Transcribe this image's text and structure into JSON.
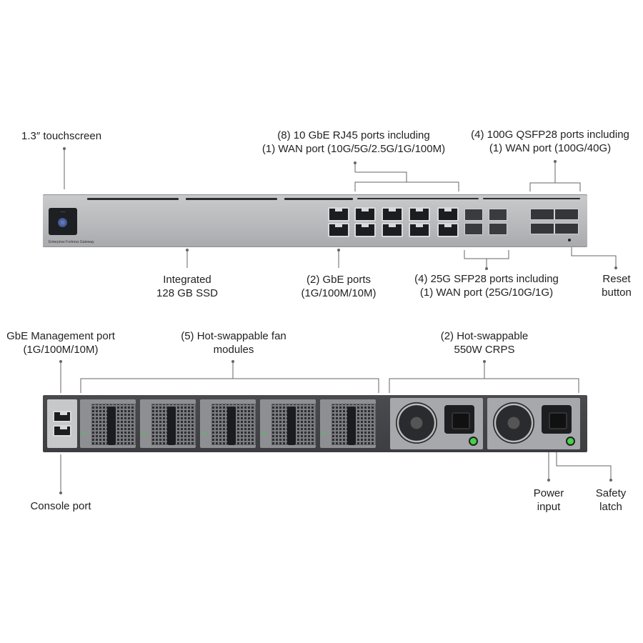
{
  "labels": {
    "touchscreen": "1.3″ touchscreen",
    "rj45_line1": "(8) 10 GbE RJ45 ports including",
    "rj45_line2": "(1) WAN port (10G/5G/2.5G/1G/100M)",
    "qsfp_line1": "(4) 100G QSFP28 ports including",
    "qsfp_line2": "(1) WAN port (100G/40G)",
    "ssd_line1": "Integrated",
    "ssd_line2": "128 GB SSD",
    "gbe_line1": "(2) GbE ports",
    "gbe_line2": "(1G/100M/10M)",
    "sfp_line1": "(4) 25G SFP28 ports including",
    "sfp_line2": "(1) WAN port (25G/10G/1G)",
    "reset_line1": "Reset",
    "reset_line2": "button",
    "mgmt_line1": "GbE Management port",
    "mgmt_line2": "(1G/100M/10M)",
    "fan_line1": "(5) Hot-swappable fan",
    "fan_line2": "modules",
    "crps_line1": "(2) Hot-swappable",
    "crps_line2": "550W CRPS",
    "console": "Console port",
    "power_line1": "Power",
    "power_line2": "input",
    "latch_line1": "Safety",
    "latch_line2": "latch"
  },
  "device": {
    "brand_text": "Enterprise Fortress Gateway",
    "colors": {
      "chassis": "#b7b8bb",
      "rear": "#3d3e41",
      "port_led": "#39d04a",
      "leader": "#555555"
    }
  }
}
